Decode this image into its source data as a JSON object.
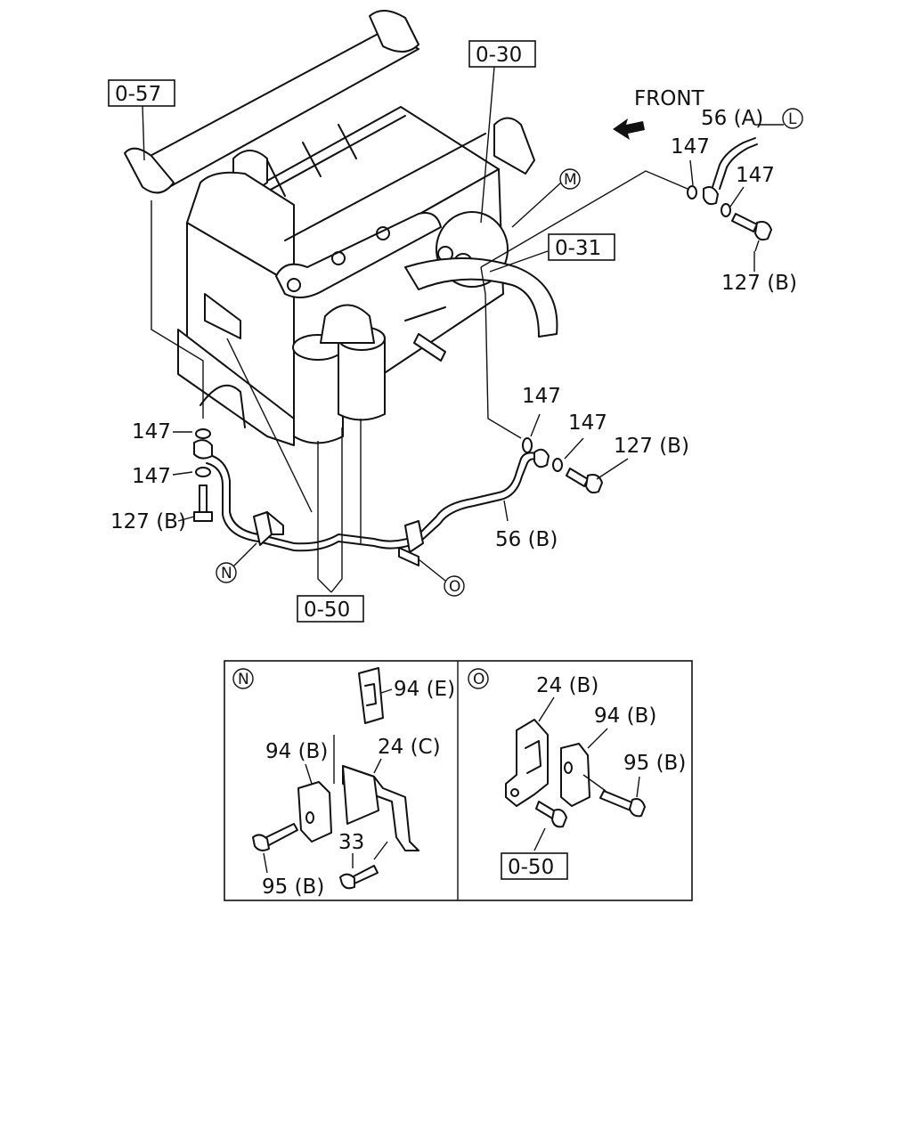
{
  "labels": {
    "front": "FRONT",
    "part_56A": "56 (A)",
    "part_56B": "56 (B)",
    "part_147": "147",
    "part_127B": "127 (B)",
    "part_94E": "94 (E)",
    "part_94B": "94 (B)",
    "part_24C": "24 (C)",
    "part_24B": "24 (B)",
    "part_33": "33",
    "part_95B": "95 (B)"
  },
  "refs": {
    "r057": "0-57",
    "r030": "0-30",
    "r031": "0-31",
    "r050": "0-50"
  },
  "callouts": {
    "L": "L",
    "M": "M",
    "N": "N",
    "O": "O"
  }
}
